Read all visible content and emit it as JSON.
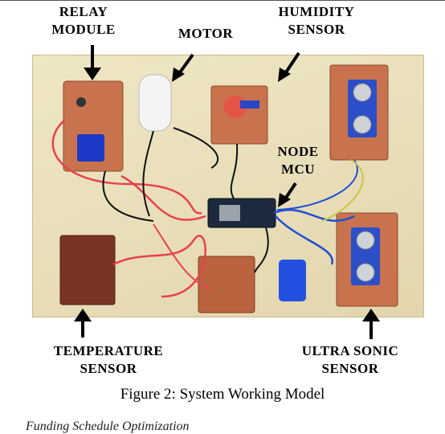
{
  "labels": {
    "relay_module": "RELAY\nMODULE",
    "motor": "MOTOR",
    "humidity_sensor": "HUMIDITY\nSENSOR",
    "node_mcu": "NODE\nMCU",
    "temperature_sensor": "TEMPERATURE\nSENSOR",
    "ultrasonic_sensor": "ULTRA SONIC\nSENSOR"
  },
  "caption": "Figure 2: System Working Model",
  "cut_off_text": "Funding  Schedule  Optimization",
  "colors": {
    "board": "#e9dfba",
    "perfboard": "#c8734d",
    "relay_blue": "#1c39c8",
    "wire_red": "#e8424c",
    "wire_blue": "#1f4fd6"
  }
}
